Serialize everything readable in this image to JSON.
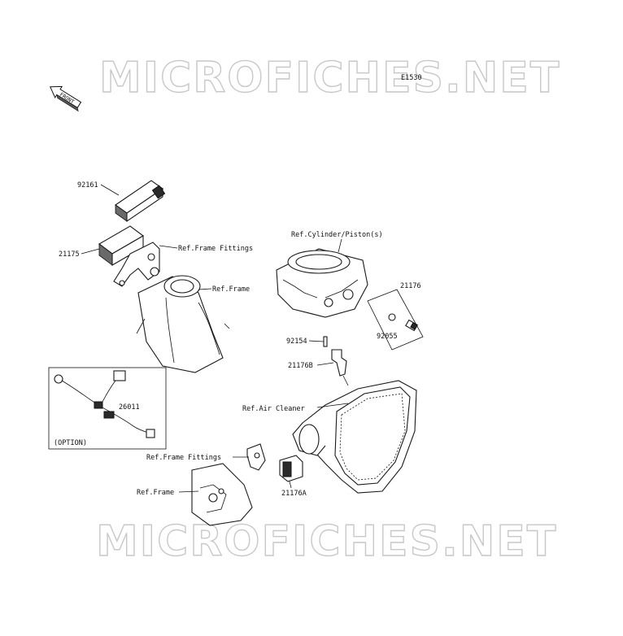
{
  "diagram": {
    "code": "E1530",
    "watermark": "MICROFICHES.NET",
    "front_label": "FRONT",
    "parts": {
      "p92161": "92161",
      "p21175": "21175",
      "ref_frame_fittings_top": "Ref.Frame Fittings",
      "ref_frame_top": "Ref.Frame",
      "ref_cylinder": "Ref.Cylinder/Piston(s)",
      "p21176": "21176",
      "p92055": "92055",
      "p92154": "92154",
      "p21176B": "21176B",
      "ref_air_cleaner": "Ref.Air Cleaner",
      "p26011": "26011",
      "option": "(OPTION)",
      "ref_frame_fittings_bottom": "Ref.Frame Fittings",
      "ref_frame_bottom": "Ref.Frame",
      "p21176A": "21176A"
    }
  }
}
